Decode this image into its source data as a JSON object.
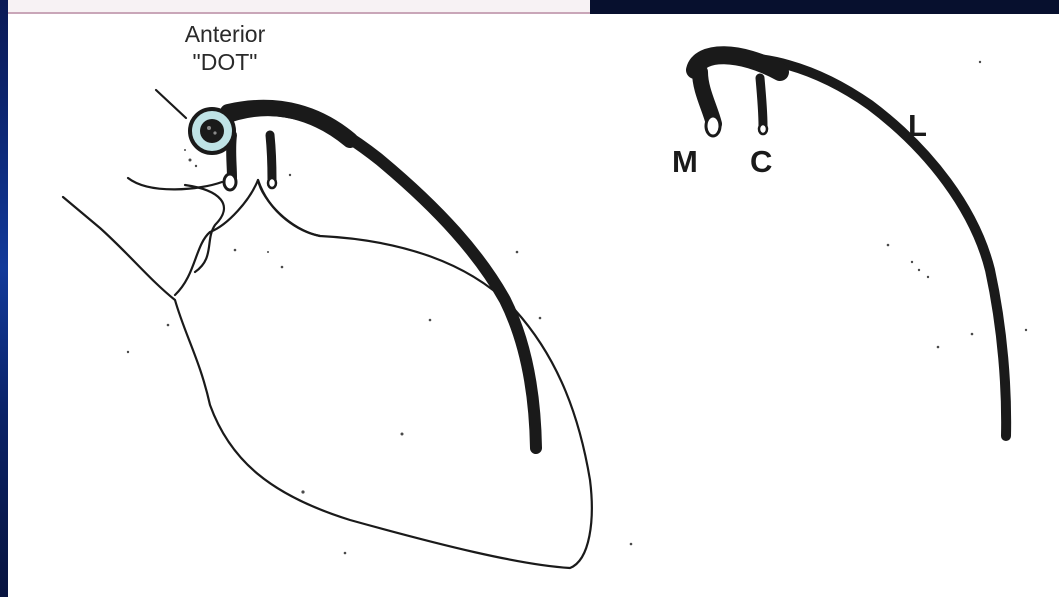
{
  "diagram": {
    "annotation": {
      "line1": "Anterior",
      "line2": "\"DOT\""
    },
    "leaflet_labels": {
      "medial": "M",
      "central": "C",
      "lateral": "L"
    },
    "colors": {
      "ink": "#1a1a1a",
      "dot_ring": "#bfe3e6",
      "frame_dark": "#07102e",
      "frame_blue": "#123a9a"
    }
  }
}
